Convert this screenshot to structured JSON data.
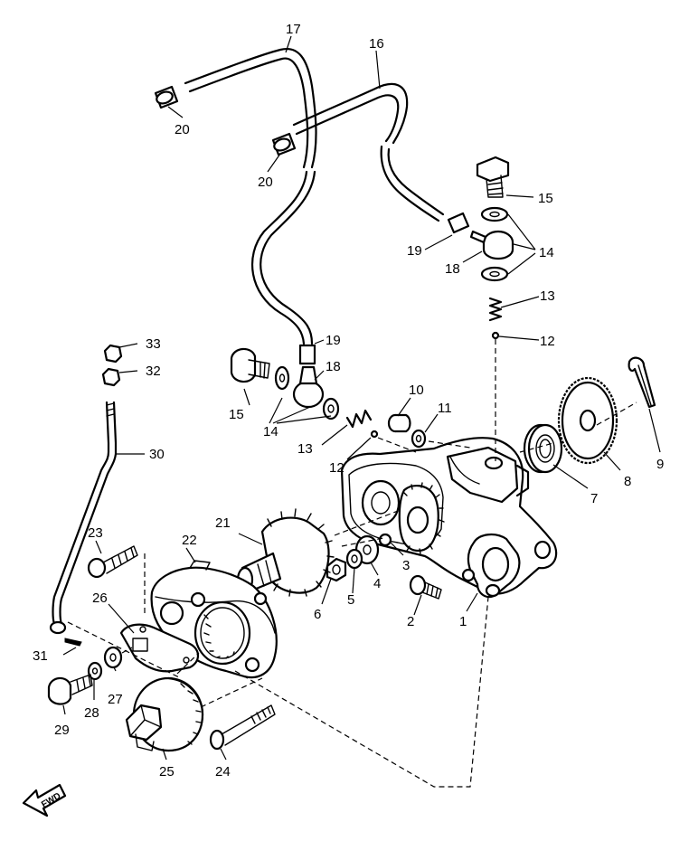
{
  "labels": [
    {
      "id": "p1",
      "text": "1"
    },
    {
      "id": "p2",
      "text": "2"
    },
    {
      "id": "p3",
      "text": "3"
    },
    {
      "id": "p4",
      "text": "4"
    },
    {
      "id": "p5",
      "text": "5"
    },
    {
      "id": "p6",
      "text": "6"
    },
    {
      "id": "p7",
      "text": "7"
    },
    {
      "id": "p8",
      "text": "8"
    },
    {
      "id": "p9",
      "text": "9"
    },
    {
      "id": "p10",
      "text": "10"
    },
    {
      "id": "p11",
      "text": "11"
    },
    {
      "id": "p12a",
      "text": "12"
    },
    {
      "id": "p12b",
      "text": "12"
    },
    {
      "id": "p13a",
      "text": "13"
    },
    {
      "id": "p13b",
      "text": "13"
    },
    {
      "id": "p14a",
      "text": "14"
    },
    {
      "id": "p14b",
      "text": "14"
    },
    {
      "id": "p15a",
      "text": "15"
    },
    {
      "id": "p15b",
      "text": "15"
    },
    {
      "id": "p16",
      "text": "16"
    },
    {
      "id": "p17",
      "text": "17"
    },
    {
      "id": "p18a",
      "text": "18"
    },
    {
      "id": "p18b",
      "text": "18"
    },
    {
      "id": "p19a",
      "text": "19"
    },
    {
      "id": "p19b",
      "text": "19"
    },
    {
      "id": "p20a",
      "text": "20"
    },
    {
      "id": "p20b",
      "text": "20"
    },
    {
      "id": "p21",
      "text": "21"
    },
    {
      "id": "p22",
      "text": "22"
    },
    {
      "id": "p23",
      "text": "23"
    },
    {
      "id": "p24",
      "text": "24"
    },
    {
      "id": "p25",
      "text": "25"
    },
    {
      "id": "p26",
      "text": "26"
    },
    {
      "id": "p27",
      "text": "27"
    },
    {
      "id": "p28",
      "text": "28"
    },
    {
      "id": "p29",
      "text": "29"
    },
    {
      "id": "p30",
      "text": "30"
    },
    {
      "id": "p31",
      "text": "31"
    },
    {
      "id": "p32",
      "text": "32"
    },
    {
      "id": "p33",
      "text": "33"
    }
  ],
  "fwd_arrow": {
    "text": "FWD"
  }
}
